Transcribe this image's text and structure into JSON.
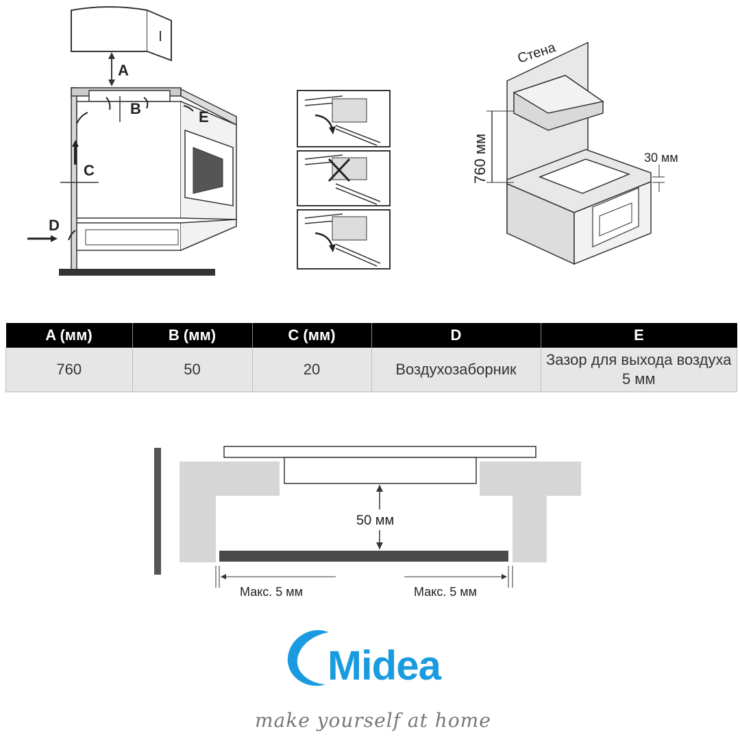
{
  "diagram1": {
    "labels": {
      "a": "A",
      "b": "B",
      "c": "C",
      "d": "D",
      "e": "E"
    }
  },
  "diagram3": {
    "wall_label": "Стена",
    "height_label": "760 мм",
    "gap_label": "30 мм"
  },
  "table": {
    "headers": [
      "A (мм)",
      "B (мм)",
      "C (мм)",
      "D",
      "E"
    ],
    "row": [
      "760",
      "50",
      "20",
      "Воздухозаборник",
      "Зазор для выхода воздуха 5 мм"
    ]
  },
  "section": {
    "gap_label": "50 мм",
    "left_max": "Макс. 5 мм",
    "right_max": "Макс. 5 мм"
  },
  "brand": {
    "name": "Midea",
    "tagline": "make yourself at home",
    "color": "#1a9be0"
  }
}
